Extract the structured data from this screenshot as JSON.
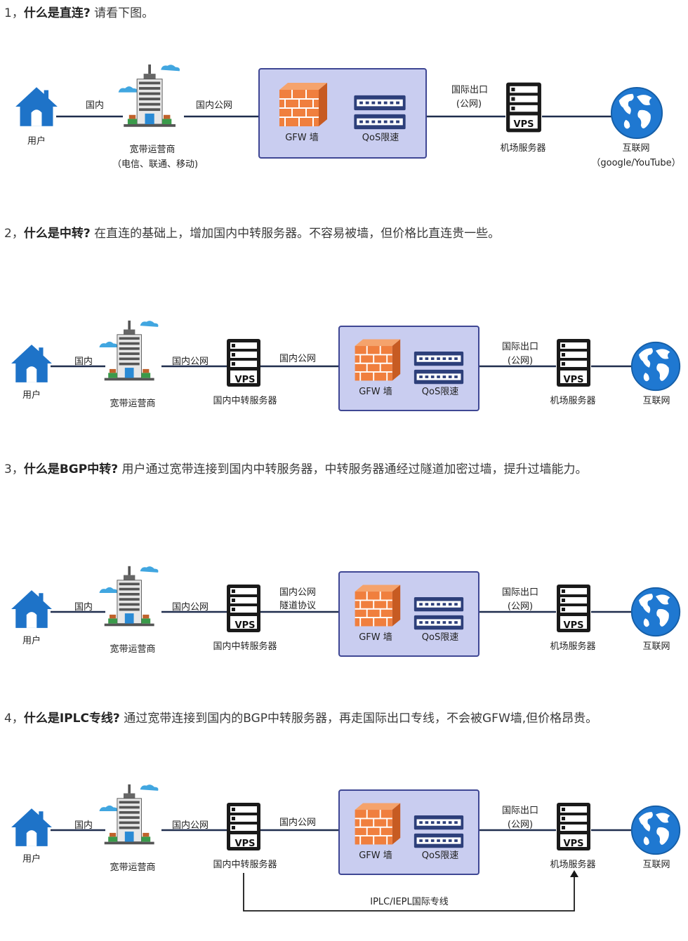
{
  "sections": [
    {
      "num": "1，",
      "title": "什么是直连?",
      "desc": " 请看下图。"
    },
    {
      "num": "2，",
      "title": "什么是中转?",
      "desc": " 在直连的基础上，增加国内中转服务器。不容易被墙，但价格比直连贵一些。"
    },
    {
      "num": "3，",
      "title": "什么是BGP中转?",
      "desc": " 用户通过宽带连接到国内中转服务器，中转服务器通经过隧道加密过墙，提升过墙能力。"
    },
    {
      "num": "4，",
      "title": "什么是IPLC专线?",
      "desc": " 通过宽带连接到国内的BGP中转服务器，再走国际出口专线，不会被GFW墙,但价格昂贵。"
    }
  ],
  "diagram1": {
    "user": "用户",
    "link_domestic": "国内",
    "isp": "宽带运营商",
    "isp_sub": "（电信、联通、移动)",
    "link_public": "国内公网",
    "gfw": "GFW 墙",
    "qos": "QoS限速",
    "intl_exit": "国际出口",
    "intl_exit_sub": "(公网)",
    "server": "机场服务器",
    "vps": "VPS",
    "internet": "互联网",
    "internet_sub": "（google/YouTube）"
  },
  "diagram2": {
    "user": "用户",
    "link_domestic": "国内",
    "isp": "宽带运营商",
    "link_public": "国内公网",
    "relay": "国内中转服务器",
    "link_public2": "国内公网",
    "gfw": "GFW 墙",
    "qos": "QoS限速",
    "intl_exit": "国际出口",
    "intl_exit_sub": "(公网)",
    "server": "机场服务器",
    "vps": "VPS",
    "internet": "互联网"
  },
  "diagram3": {
    "user": "用户",
    "link_domestic": "国内",
    "isp": "宽带运营商",
    "link_public": "国内公网",
    "relay": "国内中转服务器",
    "link_public2": "国内公网",
    "tunnel": "隧道协议",
    "gfw": "GFW 墙",
    "qos": "QoS限速",
    "intl_exit": "国际出口",
    "intl_exit_sub": "(公网)",
    "server": "机场服务器",
    "vps": "VPS",
    "internet": "互联网"
  },
  "diagram4": {
    "user": "用户",
    "link_domestic": "国内",
    "isp": "宽带运营商",
    "link_public": "国内公网",
    "relay": "国内中转服务器",
    "link_public2": "国内公网",
    "gfw": "GFW 墙",
    "qos": "QoS限速",
    "intl_exit": "国际出口",
    "intl_exit_sub": "(公网)",
    "server": "机场服务器",
    "vps": "VPS",
    "internet": "互联网",
    "dedicated_line": "IPLC/IEPL国际专线"
  },
  "colors": {
    "house": "#1e73c8",
    "globe": "#1f78d1",
    "gfw_box_fill": "#c9cdf0",
    "gfw_box_stroke": "#3f4794",
    "brick": "#f07f3e",
    "line": "#1f2d4d"
  }
}
